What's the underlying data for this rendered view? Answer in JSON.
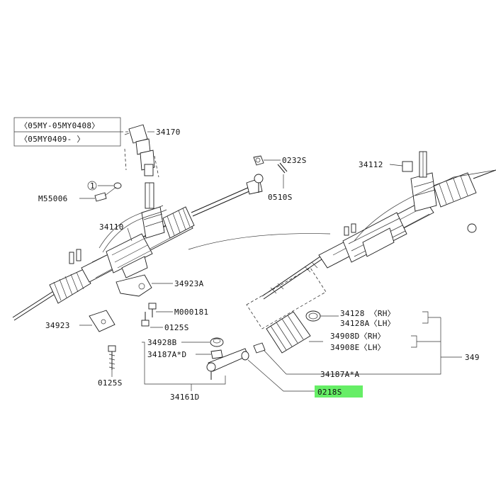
{
  "notes": {
    "variant_1": "〈05MY-05MY0408〉",
    "variant_2": "〈05MY0409-     〉",
    "circled_number": "1"
  },
  "parts": {
    "p34170": "34170",
    "p0232S": "0232S",
    "p0510S": "0510S",
    "p34112": "34112",
    "pM55006": "M55006",
    "p34110": "34110",
    "p34923A": "34923A",
    "pM000181": "M000181",
    "p0125S_a": "0125S",
    "p34923": "34923",
    "p0125S_b": "0125S",
    "p34928B": "34928B",
    "p34187A_D": "34187A*D",
    "p34161D": "34161D",
    "p34128_rh": "34128 〈RH〉",
    "p34128A_lh": "34128A〈LH〉",
    "p34908D_rh": "34908D〈RH〉",
    "p34908E_lh": "34908E〈LH〉",
    "p34187A_A": "34187A*A",
    "p0218S": "0218S",
    "p349_cut": "349"
  },
  "highlight_color": "#66ee66"
}
